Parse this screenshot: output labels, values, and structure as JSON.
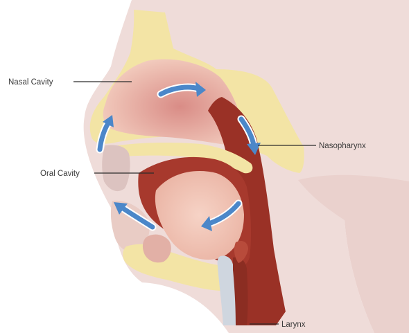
{
  "diagram": {
    "labels": {
      "nasal_cavity": "Nasal Cavity",
      "oral_cavity": "Oral Cavity",
      "nasopharynx": "Nasopharynx",
      "larynx": "Larynx"
    },
    "colors": {
      "skin": "#eedbd8",
      "bone_tissue": "#f2e3a6",
      "cavity": "#f0c6b6",
      "muscle": "#9c3226",
      "arrow": "#4b87c9"
    }
  }
}
